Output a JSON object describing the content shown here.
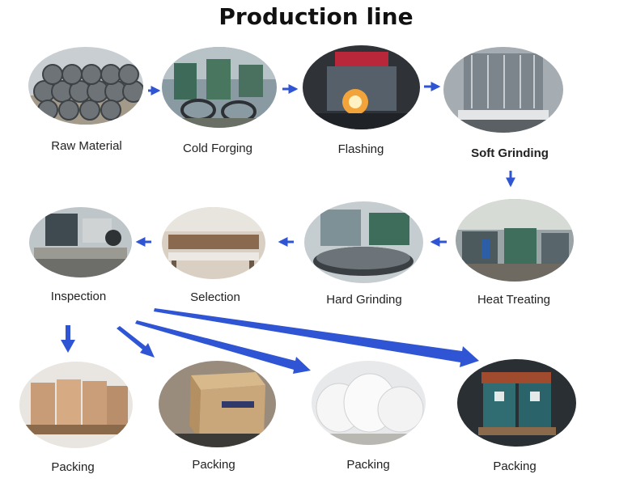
{
  "title": "Production line",
  "steps": [
    {
      "label": "Raw Material",
      "icon": "wire-coils-photo"
    },
    {
      "label": "Cold Forging",
      "icon": "forging-machine-photo"
    },
    {
      "label": "Flashing",
      "icon": "flashing-furnace-photo"
    },
    {
      "label": "Soft Grinding",
      "icon": "soft-grinding-photo"
    },
    {
      "label": "Heat Treating",
      "icon": "heat-treating-photo"
    },
    {
      "label": "Hard Grinding",
      "icon": "hard-grinding-photo"
    },
    {
      "label": "Selection",
      "icon": "selection-table-photo"
    },
    {
      "label": "Inspection",
      "icon": "inspection-bench-photo"
    }
  ],
  "packing": [
    {
      "label": "Packing",
      "icon": "fiber-drums-photo"
    },
    {
      "label": "Packing",
      "icon": "carton-box-photo"
    },
    {
      "label": "Packing",
      "icon": "white-bags-photo"
    },
    {
      "label": "Packing",
      "icon": "steel-drums-photo"
    }
  ],
  "colors": {
    "arrow": "#2f55d4",
    "title": "#111111"
  }
}
